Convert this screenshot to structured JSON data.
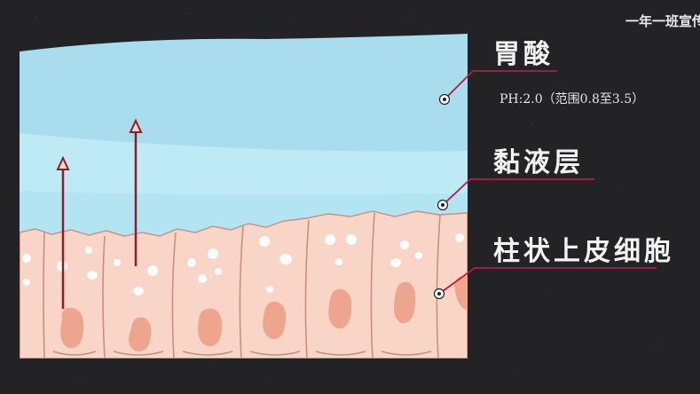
{
  "watermark": "一年一班宣传",
  "labels": {
    "gastric_acid": "胃酸",
    "ph_note": "PH:2.0（范围0.8至3.5）",
    "mucus_layer": "黏液层",
    "epithelial_cells": "柱状上皮细胞"
  },
  "colors": {
    "background": "#232325",
    "acid": "#a9dced",
    "mucus": "#bdeaf4",
    "cell": "#f8d5c6",
    "cell_outline": "#c88f85",
    "nucleus": "#eea58e",
    "arrow": "#8e1c2b",
    "leader": "#b31b49"
  },
  "icons": [
    "arrow-up-outline-icon",
    "target-dot-icon"
  ]
}
